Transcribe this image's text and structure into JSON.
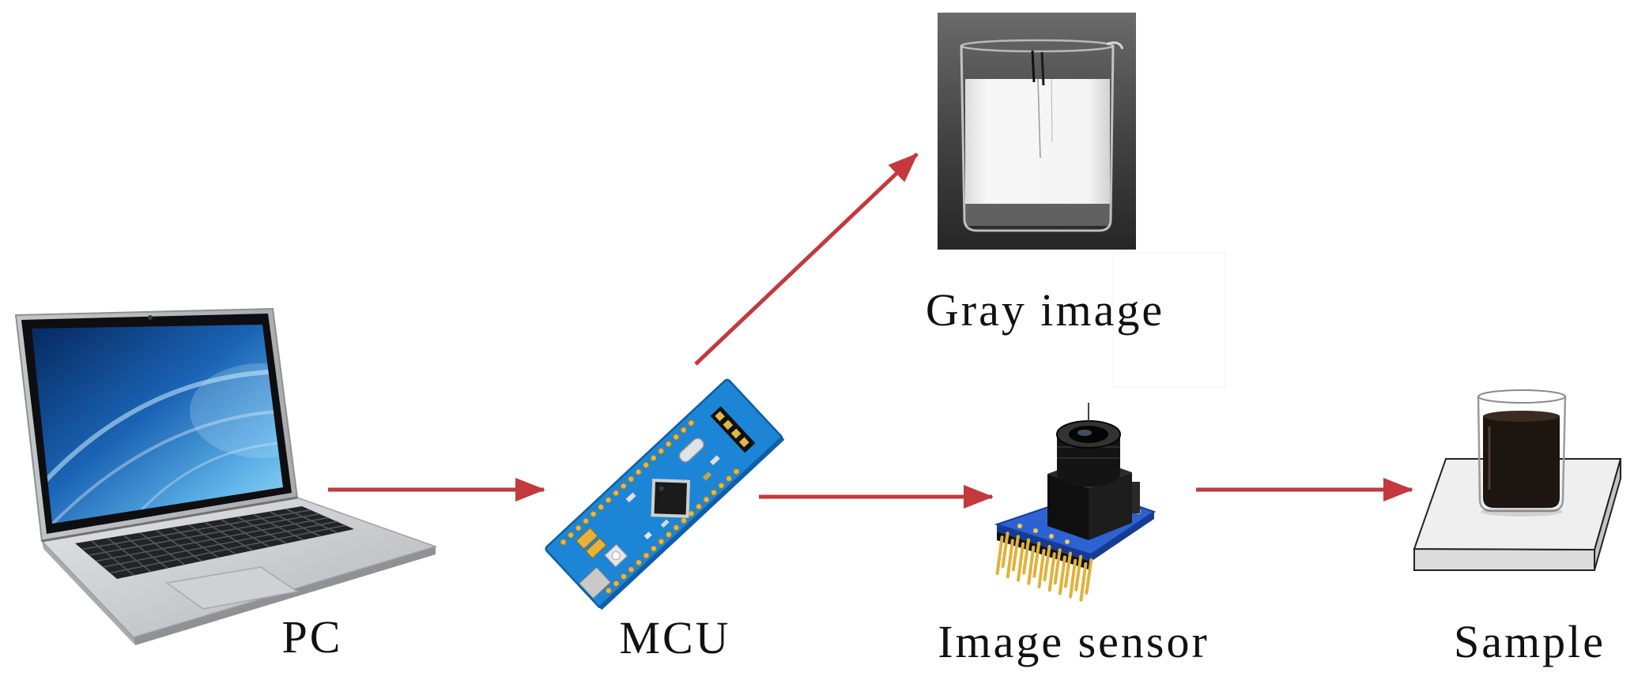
{
  "nodes": [
    {
      "label": "PC",
      "icon": "laptop-icon"
    },
    {
      "label": "MCU",
      "icon": "mcu-board-icon"
    },
    {
      "label": "Gray image",
      "icon": "gray-image-photo-icon"
    },
    {
      "label": "Image sensor",
      "icon": "camera-module-icon"
    },
    {
      "label": "Sample",
      "icon": "beaker-on-plate-icon"
    }
  ],
  "edges": [
    [
      0,
      1
    ],
    [
      1,
      3
    ],
    [
      3,
      4
    ],
    [
      1,
      2
    ]
  ],
  "colors": {
    "arrow": "#c3393c",
    "label_text": "#111111",
    "background": "#ffffff",
    "pcb_blue": "#1d85d6"
  }
}
